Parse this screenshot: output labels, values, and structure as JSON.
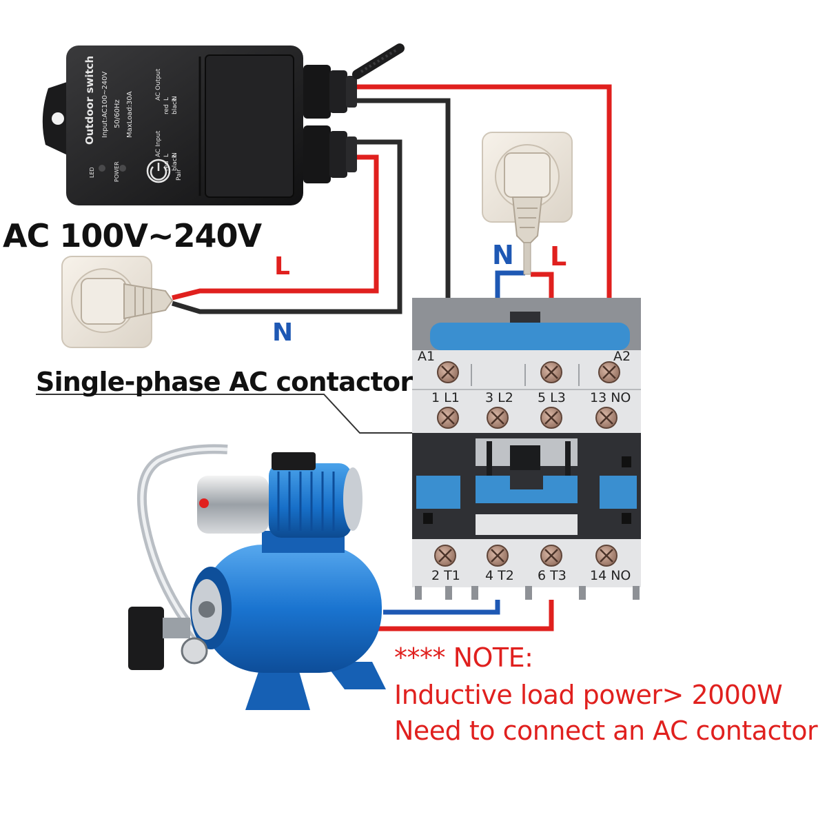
{
  "power_label": "AC 100V~240V",
  "contactor_label": "Single-phase AC contactor",
  "left_wires": {
    "live": "L",
    "neutral": "N"
  },
  "right_wires": {
    "neutral": "N",
    "live": "L"
  },
  "switch_device": {
    "name": "Outdoor switch",
    "specs": [
      "Input:AC100~240V",
      "50/60Hz",
      "MaxLoad:30A"
    ],
    "led_label": "LED",
    "power_label": "POWER",
    "pair_label": "Pair",
    "input_terminals": [
      "AC Input",
      "L",
      "N",
      "red",
      "black"
    ],
    "output_terminals": [
      "AC Output",
      "L",
      "N",
      "red",
      "black"
    ]
  },
  "contactor": {
    "top_coil": [
      "A1",
      "A2"
    ],
    "top_terminals": [
      "1 L1",
      "3 L2",
      "5 L3",
      "13 NO"
    ],
    "bottom_terminals": [
      "2 T1",
      "4 T2",
      "6 T3",
      "14 NO"
    ]
  },
  "note": {
    "line1": "**** NOTE:",
    "line2": "Inductive load power> 2000W",
    "line3": "Need to connect an AC contactor"
  },
  "colors": {
    "live_wire": "#e0201e",
    "neutral_wire": "#1e58b4",
    "black_wire": "#2b2b2b",
    "contactor_body": "#e4e5e7",
    "contactor_dark": "#2f3034",
    "contactor_blue": "#3a8fd0",
    "pump_blue": "#1a74d0",
    "note_color": "#e0201e"
  }
}
